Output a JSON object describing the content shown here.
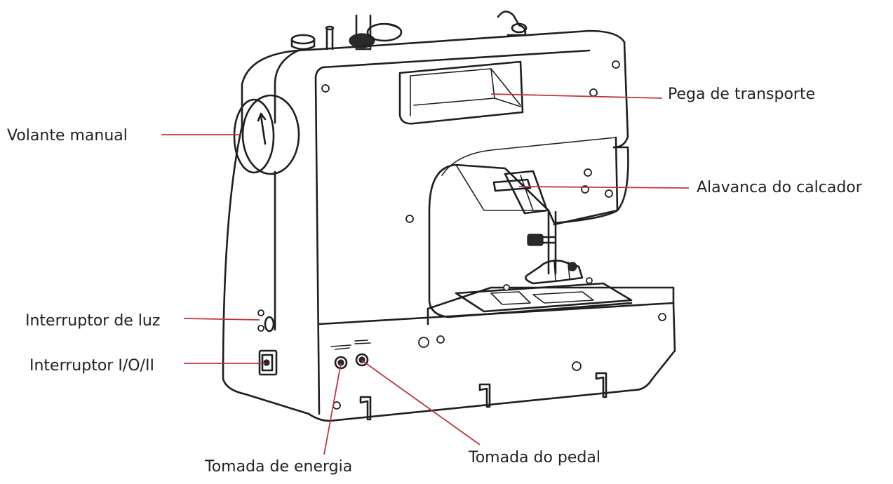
{
  "labels": {
    "carrying_handle": "Pega de transporte",
    "handwheel": "Volante manual",
    "presser_foot_lever": "Alavanca do calcador",
    "light_switch": "Interruptor de luz",
    "power_switch": "Interruptor I/O/II",
    "power_socket": "Tomada de energia",
    "pedal_socket": "Tomada do pedal"
  },
  "colors": {
    "leader_line": "#c0343f",
    "outline": "#1f1f1f",
    "text": "#222222"
  }
}
